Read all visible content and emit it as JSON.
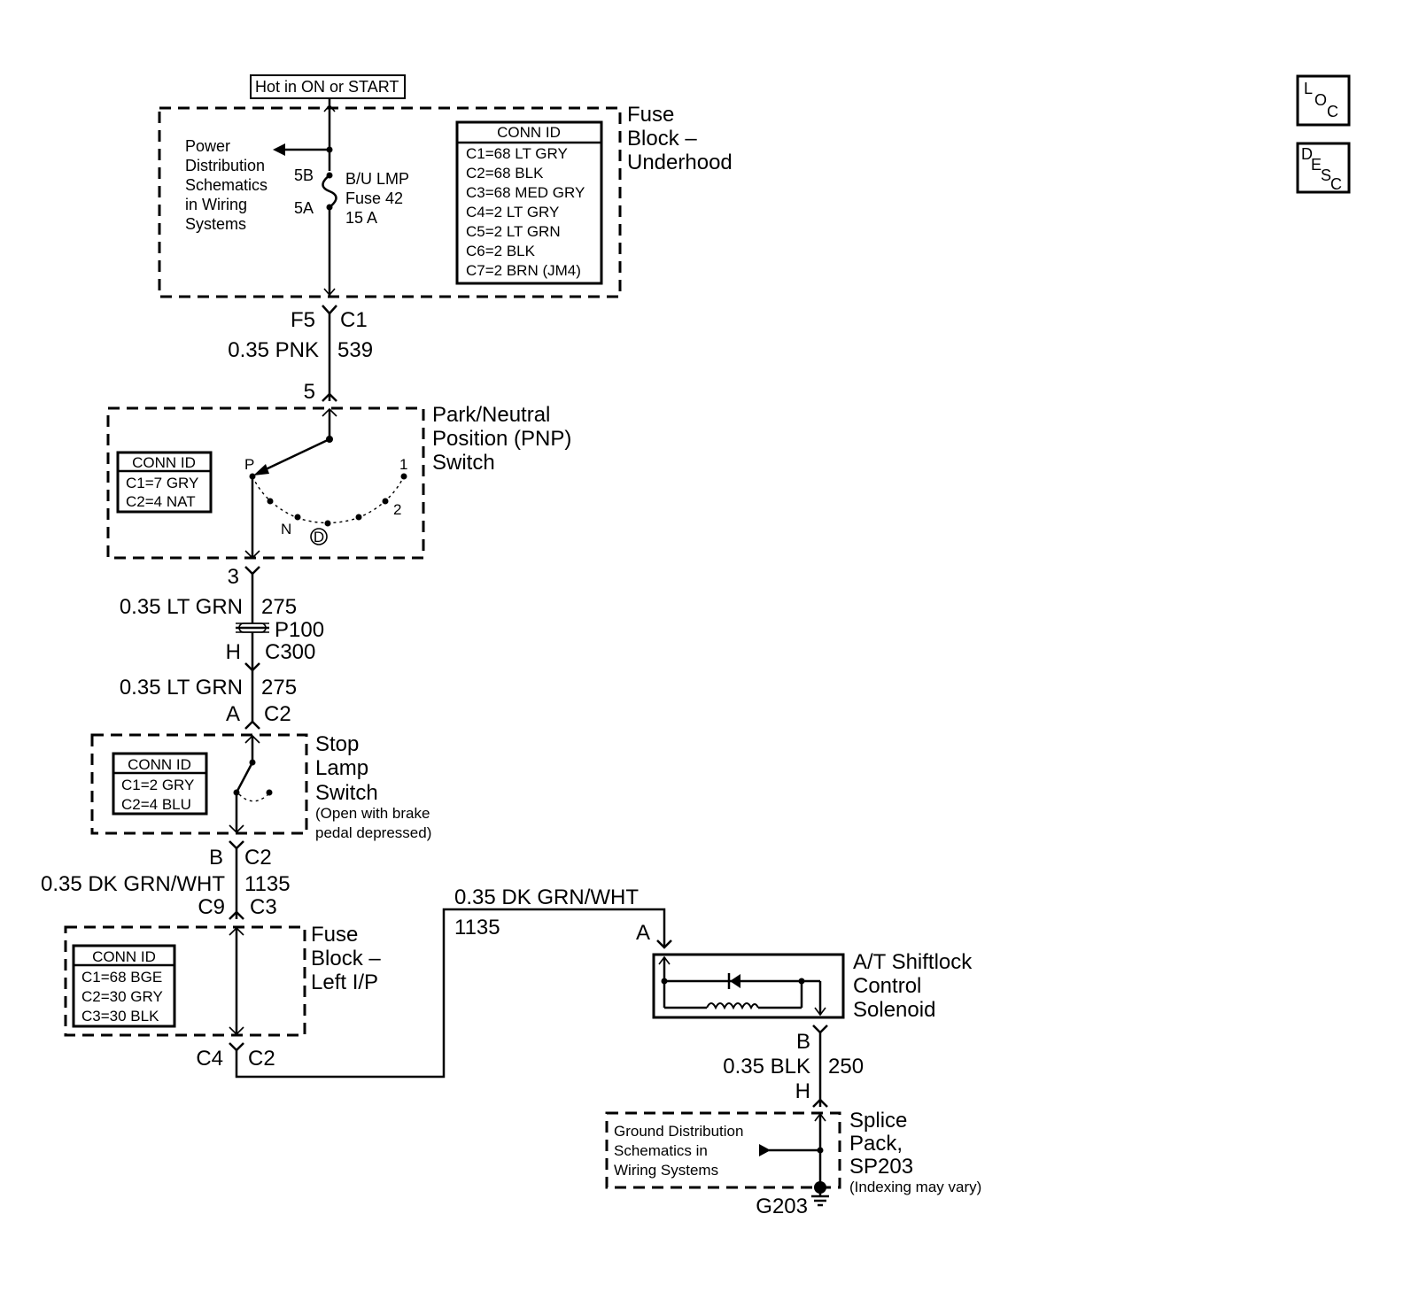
{
  "power": {
    "header": "Hot in ON or START",
    "ref_lines": [
      "Power",
      "Distribution",
      "Schematics",
      "in Wiring",
      "Systems"
    ],
    "pin_top": "5B",
    "pin_bottom": "5A",
    "fuse_lines": [
      "B/U LMP",
      "Fuse 42",
      "15 A"
    ]
  },
  "fuse_block_underhood": {
    "title_lines": [
      "Fuse",
      "Block –",
      "Underhood"
    ],
    "conn_title": "CONN ID",
    "conn_rows": [
      "C1=68 LT GRY",
      "C2=68 BLK",
      "C3=68 MED GRY",
      "C4=2 LT GRY",
      "C5=2 LT GRN",
      "C6=2 BLK",
      "C7=2 BRN (JM4)"
    ]
  },
  "wire_539": {
    "term": "F5",
    "conn": "C1",
    "gauge_color": "0.35 PNK",
    "circuit": "539",
    "pnp_pin": "5"
  },
  "pnp_switch": {
    "title_lines": [
      "Park/Neutral",
      "Position (PNP)",
      "Switch"
    ],
    "conn_title": "CONN ID",
    "conn_rows": [
      "C1=7 GRY",
      "C2=4 NAT"
    ],
    "pos_p": "P",
    "pos_n": "N",
    "pos_d": "D",
    "pos_2": "2",
    "pos_1": "1"
  },
  "wire_275a": {
    "pin": "3",
    "gauge_color": "0.35 LT GRN",
    "circuit": "275",
    "splice": "P100",
    "term": "H",
    "conn": "C300"
  },
  "wire_275b": {
    "gauge_color": "0.35 LT GRN",
    "circuit": "275",
    "term": "A",
    "conn": "C2"
  },
  "stop_lamp_switch": {
    "title_lines": [
      "Stop",
      "Lamp",
      "Switch"
    ],
    "note_lines": [
      "(Open with brake",
      "pedal depressed)"
    ],
    "conn_title": "CONN ID",
    "conn_rows": [
      "C1=2 GRY",
      "C2=4 BLU"
    ]
  },
  "wire_1135a": {
    "term": "B",
    "conn": "C2",
    "gauge_color": "0.35 DK GRN/WHT",
    "circuit": "1135",
    "term2": "C9",
    "conn2": "C3"
  },
  "fuse_block_left_ip": {
    "title_lines": [
      "Fuse",
      "Block –",
      "Left I/P"
    ],
    "conn_title": "CONN ID",
    "conn_rows": [
      "C1=68 BGE",
      "C2=30 GRY",
      "C3=30 BLK"
    ],
    "term": "C4",
    "conn": "C2"
  },
  "wire_1135b": {
    "gauge_color": "0.35 DK GRN/WHT",
    "circuit": "1135",
    "pin": "A"
  },
  "shiftlock": {
    "title_lines": [
      "A/T Shiftlock",
      "Control",
      "Solenoid"
    ]
  },
  "wire_250": {
    "pin_top": "B",
    "gauge_color": "0.35 BLK",
    "circuit": "250",
    "pin_bottom": "H"
  },
  "splice_pack": {
    "ref_lines": [
      "Ground Distribution",
      "Schematics in",
      "Wiring Systems"
    ],
    "title_lines": [
      "Splice",
      "Pack,",
      "SP203"
    ],
    "note": "(Indexing may vary)",
    "ground": "G203"
  },
  "side_buttons": {
    "loc": [
      "L",
      "O",
      "C"
    ],
    "desc": [
      "D",
      "E",
      "S",
      "C"
    ]
  }
}
